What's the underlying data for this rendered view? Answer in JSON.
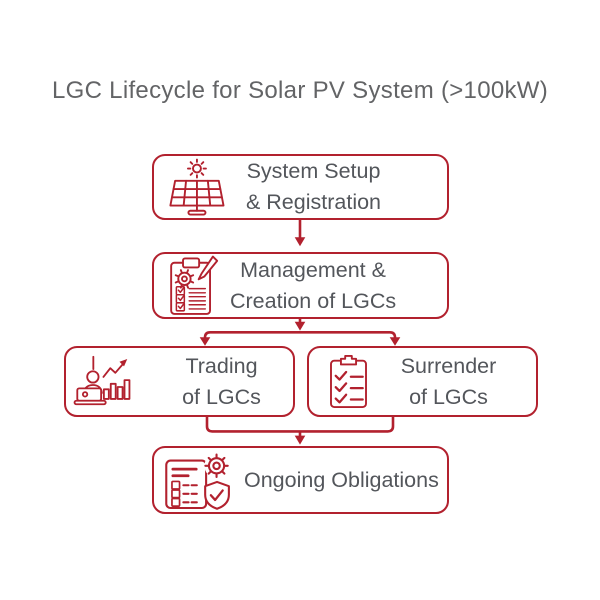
{
  "title": "LGC Lifecycle for Solar PV System (>100kW)",
  "colors": {
    "accent_red": "#B2212E",
    "body_text": "#53565B",
    "title_text": "#636466",
    "background": "#FFFFFF"
  },
  "nodes": [
    {
      "id": "system-setup",
      "icon": "solar-panel-icon",
      "lines": [
        "System Setup",
        "& Registration"
      ]
    },
    {
      "id": "management-creation",
      "icon": "clipboard-gear-pencil-icon",
      "lines": [
        "Management &",
        "Creation of LGCs"
      ]
    },
    {
      "id": "trading",
      "icon": "trader-bar-chart-icon",
      "lines": [
        "Trading",
        "of LGCs"
      ]
    },
    {
      "id": "surrender",
      "icon": "checklist-clipboard-icon",
      "lines": [
        "Surrender",
        "of LGCs"
      ]
    },
    {
      "id": "ongoing-obligations",
      "icon": "document-gear-shield-icon",
      "lines": [
        "Ongoing Obligations"
      ]
    }
  ]
}
